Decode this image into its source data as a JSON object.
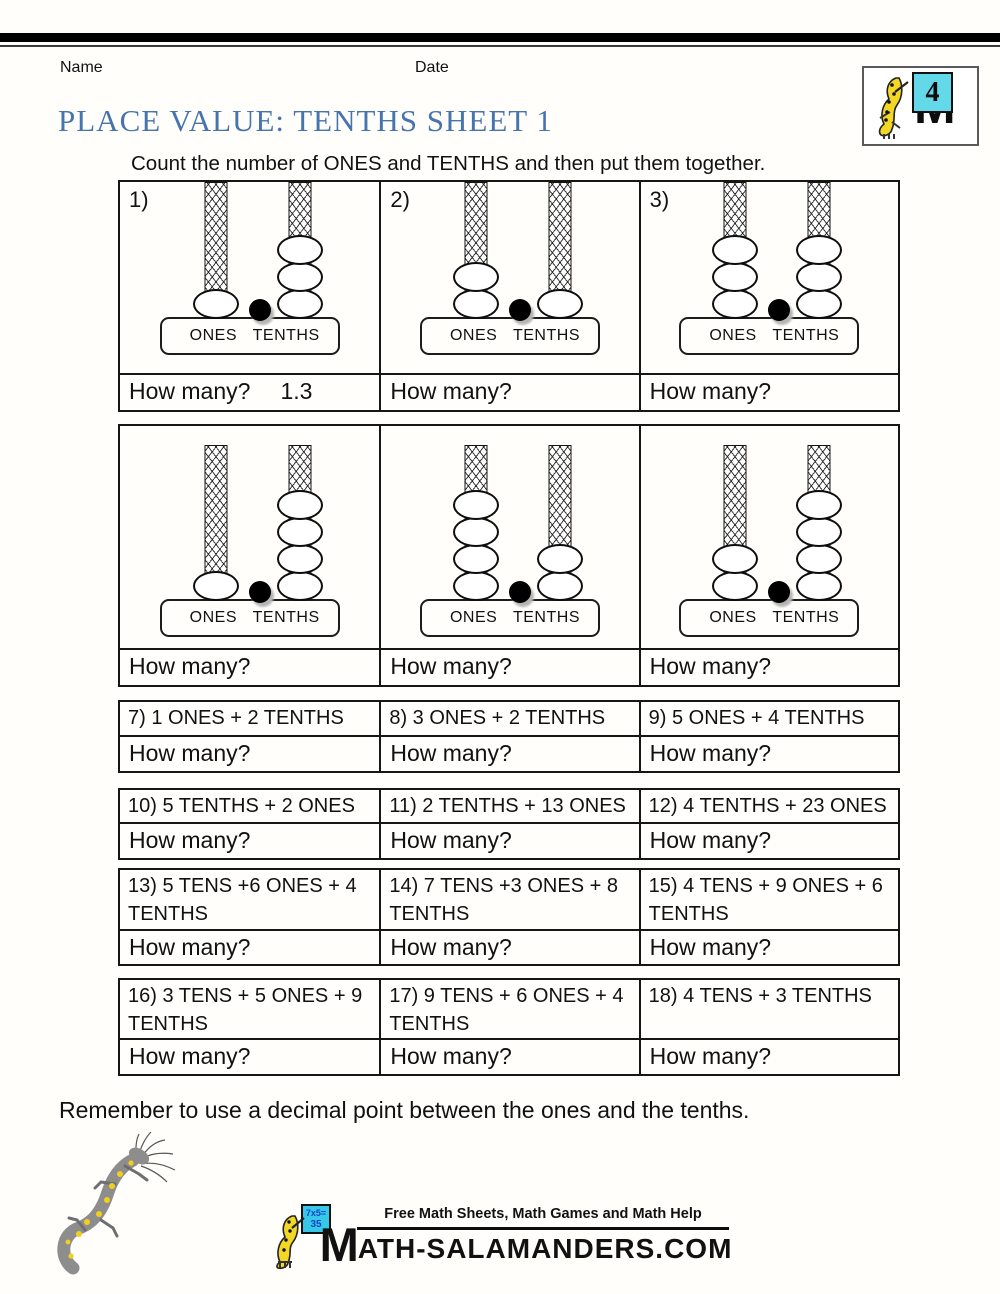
{
  "page": {
    "name_label": "Name",
    "date_label": "Date",
    "title": "PLACE VALUE: TENTHS SHEET 1",
    "instruction": "Count the number of ONES and TENTHS and then put them together.",
    "reminder": "Remember to use a decimal point between the ones and the tenths.",
    "title_color": "#4574ae"
  },
  "badge": {
    "grade": "4",
    "m": "M",
    "board_color": "#63d8e8"
  },
  "labels": {
    "how_many": "How many?",
    "ones": "ONES",
    "tenths": "TENTHS"
  },
  "abacus_rows": [
    {
      "cells": [
        {
          "number": "1)",
          "ones": 1,
          "tenths": 3,
          "answer": "1.3"
        },
        {
          "number": "2)",
          "ones": 2,
          "tenths": 1,
          "answer": ""
        },
        {
          "number": "3)",
          "ones": 3,
          "tenths": 3,
          "answer": ""
        }
      ]
    },
    {
      "cells": [
        {
          "number": "",
          "ones": 1,
          "tenths": 4,
          "answer": ""
        },
        {
          "number": "",
          "ones": 4,
          "tenths": 2,
          "answer": ""
        },
        {
          "number": "",
          "ones": 2,
          "tenths": 4,
          "answer": ""
        }
      ]
    }
  ],
  "word_tables": [
    {
      "problems": [
        "7) 1 ONES + 2 TENTHS",
        "8) 3 ONES + 2 TENTHS",
        "9) 5 ONES + 4 TENTHS"
      ]
    },
    {
      "problems": [
        "10) 5 TENTHS + 2 ONES",
        "11) 2 TENTHS + 13 ONES",
        "12) 4 TENTHS + 23 ONES"
      ]
    },
    {
      "problems": [
        "13) 5 TENS +6 ONES + 4 TENTHS",
        "14) 7 TENS +3 ONES + 8 TENTHS",
        "15) 4 TENS + 9 ONES + 6 TENTHS"
      ]
    },
    {
      "problems": [
        "16) 3 TENS + 5 ONES + 9 TENTHS",
        "17) 9 TENS + 6 ONES + 4 TENTHS",
        "18) 4 TENS + 3 TENTHS"
      ]
    }
  ],
  "footer": {
    "tagline": "Free Math Sheets, Math Games and Math Help",
    "wordmark_m": "M",
    "wordmark_rest": "ATH-SALAMANDERS.COM",
    "board_line1": "7x5=",
    "board_line2": "35"
  }
}
